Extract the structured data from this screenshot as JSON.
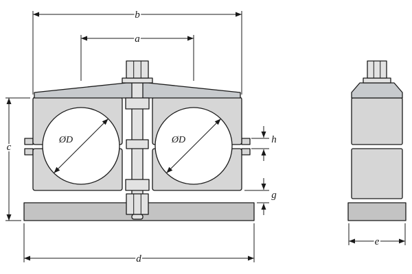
{
  "drawing": {
    "type": "technical-dimension-drawing",
    "views": {
      "front": {
        "bore_label_left": "ØD",
        "bore_label_right": "ØD",
        "dims": {
          "b": "b",
          "a": "a",
          "c": "c",
          "d": "d",
          "g": "g",
          "h": "h"
        }
      },
      "side": {
        "dims": {
          "e": "e"
        }
      }
    },
    "colors": {
      "line": "#1a1a1a",
      "body-fill": "#d6d6d6",
      "cap-fill": "#c7cacd",
      "plate-fill": "#c3c3c3",
      "metal-fill": "#e2e2e2",
      "background": "#ffffff"
    }
  }
}
